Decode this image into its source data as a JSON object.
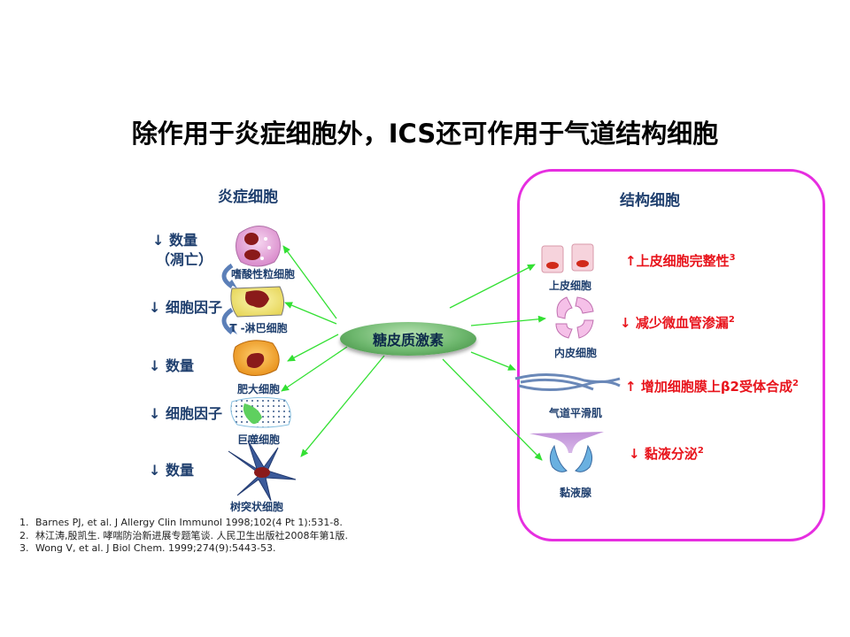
{
  "title": "除作用于炎症细胞外，ICS还可作用于气道结构细胞",
  "center": "糖皮质激素",
  "inflammatory": {
    "heading": "炎症细胞",
    "effects": [
      {
        "arrow": "↓",
        "text": "数量",
        "sub": "（凋亡）"
      },
      {
        "arrow": "↓",
        "text": "细胞因子"
      },
      {
        "arrow": "↓",
        "text": "数量"
      },
      {
        "arrow": "↓",
        "text": "细胞因子"
      },
      {
        "arrow": "↓",
        "text": "数量"
      }
    ],
    "cells": [
      "嗜酸性粒细胞",
      "T -淋巴细胞",
      "肥大细胞",
      "巨噬细胞",
      "树突状细胞"
    ]
  },
  "structural": {
    "heading": "结构细胞",
    "cells": [
      "上皮细胞",
      "内皮细胞",
      "气道平滑肌",
      "黏液腺"
    ],
    "effects": [
      {
        "arrow": "↑",
        "text": "上皮细胞完整性",
        "ref": "3"
      },
      {
        "arrow": "↓",
        "text": "减少微血管渗漏",
        "ref": "2"
      },
      {
        "arrow": "↑",
        "text": "增加细胞膜上β2受体合成",
        "ref": "2"
      },
      {
        "arrow": "↓",
        "text": "黏液分泌",
        "ref": "2"
      }
    ]
  },
  "references": [
    {
      "num": "1.",
      "text": "Barnes PJ, et al. J Allergy Clin Immunol 1998;102(4 Pt 1):531-8."
    },
    {
      "num": "2.",
      "text": "林江涛,殷凯生. 哮喘防治新进展专题笔谈. 人民卫生出版社2008年第1版."
    },
    {
      "num": "3.",
      "text": "Wong V, et al. J Biol Chem. 1999;274(9):5443-53."
    }
  ],
  "colors": {
    "heading": "#1f3f6e",
    "effect_red": "#e8141c",
    "box_border": "#e62ee0",
    "connector": "#33e033",
    "center": "#6fb86f"
  }
}
